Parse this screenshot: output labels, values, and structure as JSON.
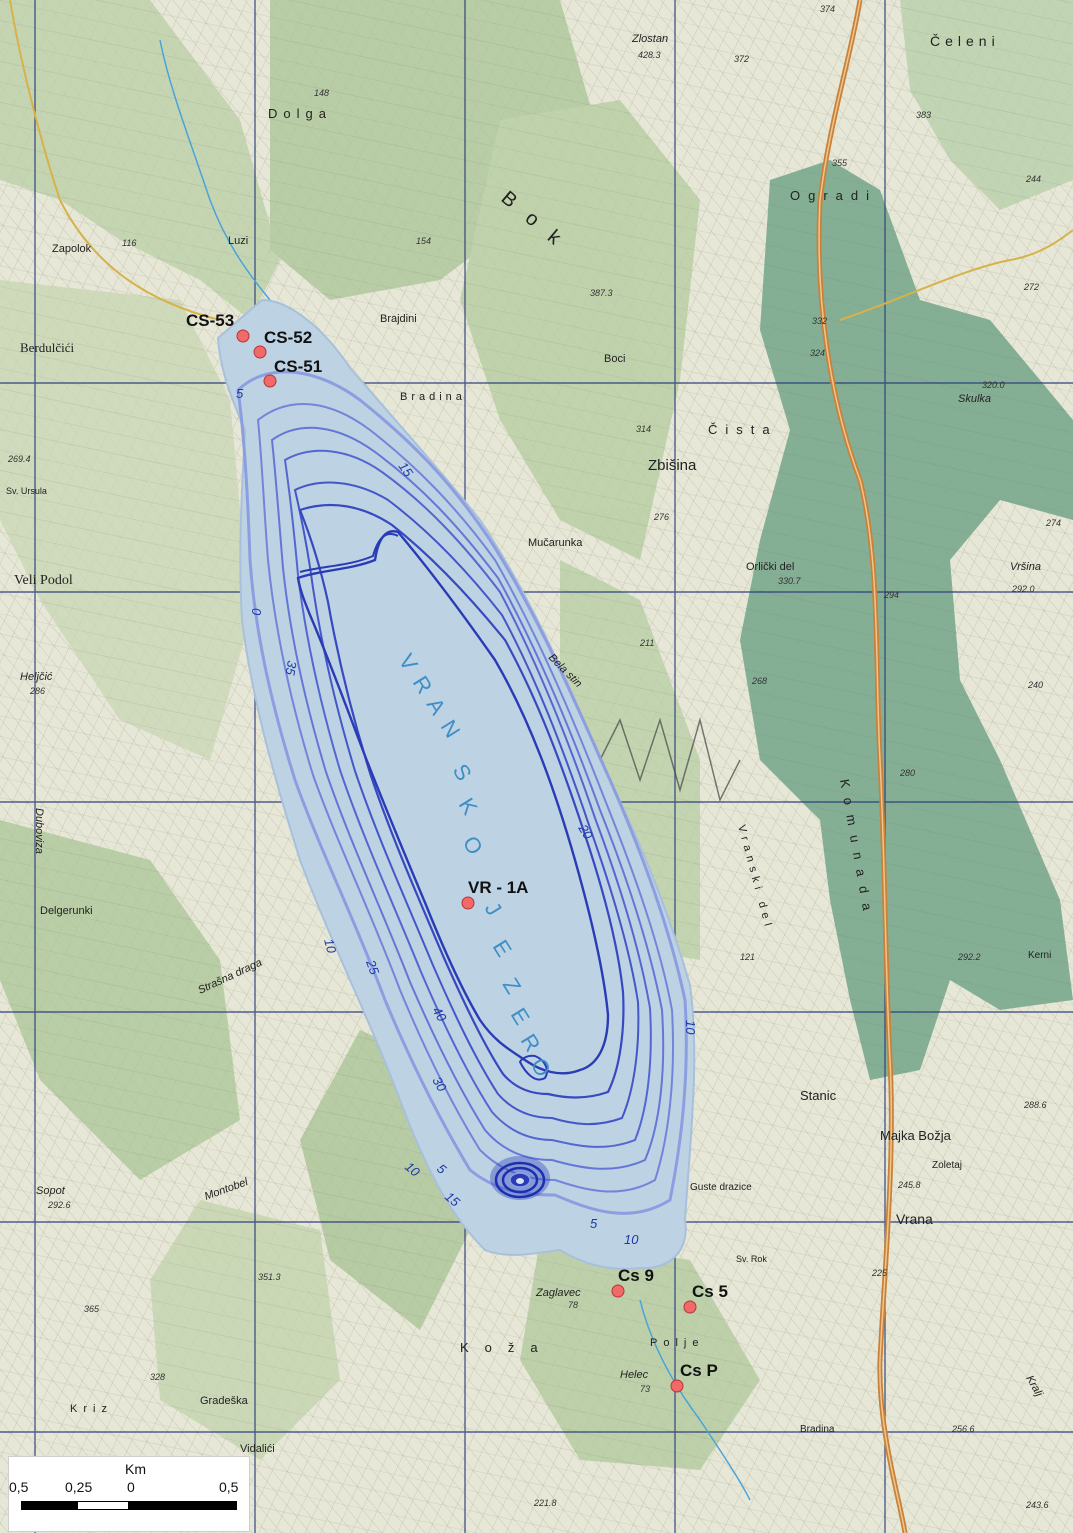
{
  "lake": {
    "name": "VRANSKO JEZERO",
    "name_letters_vransko": [
      "V",
      "R",
      "A",
      "N",
      "S",
      "K",
      "O"
    ],
    "name_letters_jezero": [
      "J",
      "E",
      "Z",
      "E",
      "R",
      "O"
    ]
  },
  "sampling_points": [
    {
      "id": "CS-53",
      "label": "CS-53"
    },
    {
      "id": "CS-52",
      "label": "CS-52"
    },
    {
      "id": "CS-51",
      "label": "CS-51"
    },
    {
      "id": "VR-1A",
      "label": "VR - 1A"
    },
    {
      "id": "Cs9",
      "label": "Cs 9"
    },
    {
      "id": "Cs5",
      "label": "Cs 5"
    },
    {
      "id": "CsP",
      "label": "Cs P"
    }
  ],
  "depth_labels": [
    "5",
    "15",
    "0",
    "35",
    "20",
    "10",
    "25",
    "40",
    "30",
    "10",
    "5",
    "15",
    "10",
    "5",
    "10"
  ],
  "place_names": [
    "Zlostan",
    "Čeleni",
    "Dolga",
    "Luzi",
    "Zapolok",
    "Bok",
    "Ogradi",
    "Brajdini",
    "Berdulčići",
    "Bradina",
    "Boci",
    "Čista",
    "Zbišina",
    "Skulka",
    "Sv. Ursula",
    "Veli Podol",
    "Mučarunka",
    "Orlički del",
    "Vršina",
    "Bela stin",
    "Heljčić",
    "Duboviza",
    "Delgerunki",
    "Strašna draga",
    "Stanic",
    "Majka Božja",
    "Zoletaj",
    "Guste drazice",
    "Vrana",
    "Sopot",
    "Montobel",
    "Zaglavec",
    "Sv. Rok",
    "Polje",
    "Helec",
    "Koža",
    "Gradeška",
    "Kriz",
    "Vidalići",
    "Bradina",
    "Kerni",
    "Komunada",
    "Vranski del",
    "Kralj"
  ],
  "elevations": [
    "428.3",
    "372",
    "374",
    "383",
    "355",
    "244",
    "148",
    "154",
    "387.3",
    "332",
    "324",
    "320.0",
    "272",
    "116",
    "314",
    "269.4",
    "274",
    "276",
    "211",
    "330.7",
    "294",
    "292.0",
    "286",
    "268",
    "240",
    "280",
    "121",
    "292.2",
    "288.6",
    "245.8",
    "225",
    "351.3",
    "292.6",
    "328",
    "365",
    "78",
    "73",
    "256.6",
    "243.6",
    "221.8"
  ],
  "scale": {
    "unit": "Km",
    "ticks": [
      "0,5",
      "0,25",
      "0",
      "0,5"
    ]
  },
  "colors": {
    "lake_fill": "#bfd3e3",
    "contour": "#4052c8",
    "deep_contour": "#1d2fae",
    "point_fill": "#f06a6a",
    "forest": "#6e9e85",
    "meadow": "#e6e8d8",
    "road": "#c8813a",
    "grid": "#2a3c7a",
    "lake_name": "#3f8fc7"
  }
}
